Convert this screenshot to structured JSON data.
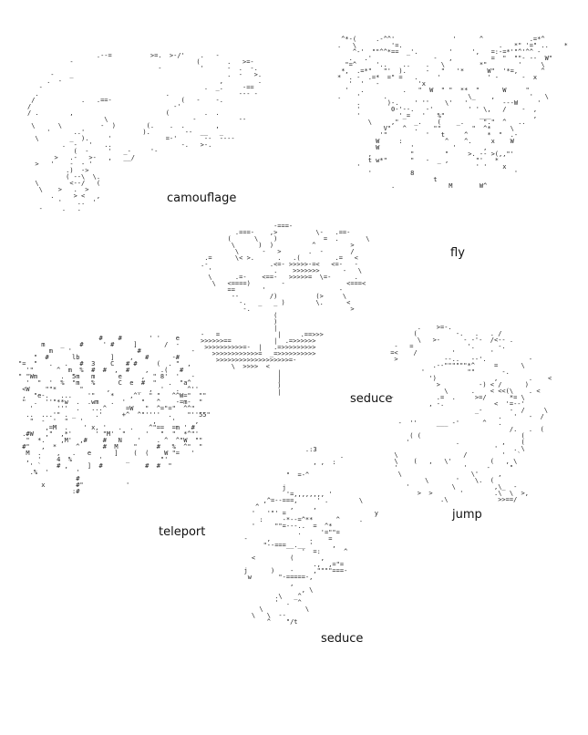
{
  "labels": {
    "camouflage": "camouflage",
    "fly": "fly",
    "seduce_flower": "seduce",
    "teleport": "teleport",
    "jump": "jump",
    "seduce_snake": "seduce"
  },
  "art": {
    "camouflage": "                  .--=          >=.  >-/'    .   -\n           -                                (       .   >=-\n                                  -          '      -  .  -.\n      -    _                                        .  -   >.\n     .  -                                         ,         .\n   -                                          .  _.     -==\n  .                                 .                  --- -\n /            .   .==-                  (   -    -.\n/                                     -'\n/ .        ,                        (         .  .\n                    \\                      -           --\n \\      \\          -  )        (.    .  .        ,\n     '      ..'               ).         --  __   _\n  \\        _  ).     '              =-'       --  ----\n         .  -   '   ..                  -.   >-.\n            (  -     '   _-     '-\n       >   .-   >-   ,   __/\n  >   '    -  - '\n          .)  ->\n          ( --\\  \\.\n  \\        <--/   (\n   \\    >   .  >\n      .     > <   ,\n        '    ..  '\n   -     .   .",
    "fly": " ^*-(     .-^^'               '      ^            .=*^\n.   \\         '=.                         .   *\" '=\" ..    *\n    ^-'  \"\"^^*==  _'.        '     ',   =:-=*'\"^'^^ -\n   .   .'                -   ,          =  \"  \"\"- --  W\"\n  \"=^     '..    ..    .   \\         *\"        '     \\\n *,  .=*\"   \"'  ).     -   \"   '*      W\"  '*=,      ^\n*  . -  .=*  =\" =   .     '            ' -      -  x\n   '  '   -          'x\n  '   .          .   \"  W  \" \"  **  \"      W     \"\n.    '      .                     \\_    ,         '   \\\n     .       )-.    ' ''    \\'   '         ---W     '\n     '        0-'--.   -'         ' ' \\,   /    -  ,\n     '          '_=   '   %\"         ___           ,\n        \\     ,\"    _.    (    _.     \".\"  ^   ..\n            V\"   ^  .    \"\"        \"  ^*     \\\n           '\"          '   t     ^     *  \"  .-\n          W     :           ^    ^.     x    W\n          W        '          '       ,\n        ,          \"        \"     >. -- >(,,\"'\n        t w*\"      \"   -  _ ,       \"'   *\n     '                              ' '    x\n        '          8                          '\n                         t\n              .              M       W^",
    "seduce_flower": "                   -===-\n         .===-    ,>          \\-   .==-\n       (      \\    )            =  .       \\\n        \\      )  )          ^         >\n         \\      -   >       .  -       /\n .=      \\< >.      .   .(         .=   <\n.-                .<=- >>>>>-=<   <=-   -\n  '                .    >>>>>>>      -   \\\n  \\      .=-    <==-   >>>>>=  \\=-      .\n   \\   <====)        -                <===<\n       ==       '                   -\n        --        /)          (>     \\\n          -.   _   _ )        \\.      <\n           -.                          >\n                   (\n                   )\n                   |\n-   =               |     .==>>>\n>>>>>>==           |  .=>>>>>>\n >>>>>>>>>>=-  |   .=>>>>>>>>>\n   >>>>>>>>>>>>=  _=>>>>>>>>>>\n    >>>>>>>>>>>>>>>>>>>=-\n        \\  >>>>  <\n                    |\n                    |\n                    )\n                    |",
    "teleport": "                     #    #       ' '    e\n      m    _    #     ' #     ]       /  -\n        m    '                 #             -\n    \"  #      lb        ]    ,   #      -#\n\"=  \"   .   .   #  3    C   # #     (  . \"  ,\n  '\"      ^  m  %  #  #  ,  #    ,   .(   #\n\" \"Wm      .  5m   m      e     ,  \" 8'  '   -\n  '  \"  '  %  \"m   %      C  e  #  \"   .  \"a^\n <W    \"\"*      \"      ,       _  ,  '   .  ^''\n ,  \"e-.   ...    '\"    *    ,^'  \" \"   ^^W=\"  \"\"\n \"  .  ''\"**w  .  .wm   .  '    \"   ^    -=m-  \"\n   '      '''  .   ...^     =W   \"  ^=\"=\"  ^^\"\n  ..  ...'\" . _     .'     +^  ^\"''''  .    \"''55\"\n   \"  -  '  \"   '                  ,    '     ,\n       ,=M  .    ' x, '   .  .    ^\"==  =m ' #\n .#W   ,\"  ,*'      ' \"M'  \"     '   \"  \"  *^\"'\n  \"  *.    ,M'  ,#    #   N    '    . ^  ^\"W  \"\"\n #\"   ,  *     ^      #  M    \"     #   %  ^\"  \"\n  M  .    ,   .   e      ]    (  (    W \"=   '\n  ,  '    4  %       '      _        \"'\n   ' `    # ,     ]  #           #  #  \"\n   .%  '       '\n               #\n      x        #\"           '\n              :#",
    "jump": "        .    >=-.\n       (          -.   .   . /\n        \\   >-      - -'-  /<-- .\n  -   =              '.      -.\n =<    /         '         '\n  >            --..   --'.           -\n            .--\"\"\"\"\"\"*^     =      \\\n         '           \"\"       -.\n           ')               ,        .    <\n             >          -) < /      )\n               \\      .    < <<(\\    . <\n -           .=  .     >=/      *= \\\n           , -.             <  '=--'\n                       _-       -  /     \\\n                             .   '   -  /\n   -  ''     ___ -'      ^   .\n                                /.   .  (\n      ( (                          (\n     '            .           ,    (\n                            '    . \\\n  \\                 /         '   `\n  \\    (   ,   \\'          (   , \\\n  '                 '     -     \"\n   \\                  \\'     ,\n          \\       '    \\.  (\n     '           \\          ,\\_  -\n        >  >       '        .\\  \\  >,\n              .\\             >>==/",
    "seduce_snake": "                       .:3\n                                .\n                         , ,  :\n\n                  \"  =-^\n\n                 j\n                  '=,,,,,,,, '\n            ,^=--===,     ' .        \\\n          ^        ,     ,\n         '   '\"' =                       y\n           :     -*--=^**      ^     .\n         '     \"\"=---..  =  ^*\n                     .     '=\"\"=\n       -     ,          .    =\n            \"--===__.__ '     ,\n                      '  =:      ^\n         <         (       ,\n                         .,  ,=\"=\n       j      )    -     ,\"\"\"\"===-\n        w       \"-=====-,\n                   ,\n                      , \\\n               .\\   _^\n               '  .  ^\n           \\           \\\n         \\   \\  --\n             ^    \"/t"
  }
}
